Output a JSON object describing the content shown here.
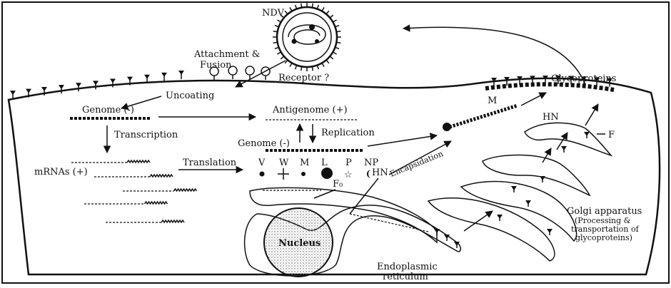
{
  "labels": {
    "ndv": "NDV",
    "attachment_1": "Attachment &",
    "attachment_2": "Fusion",
    "receptor": "Receptor ?",
    "glycoproteins": "Glycoproteins",
    "uncoating": "Uncoating",
    "genome_neg": "Genome (-)",
    "antigenome": "Antigenome (+)",
    "replication": "Replication",
    "genome_neg_2": "Genome (-)",
    "transcription": "Transcription",
    "mrnas": "mRNAs (+)",
    "translation": "Translation",
    "protein_v": "V",
    "protein_w": "W",
    "protein_m": "M",
    "protein_l": "L",
    "protein_p": "P",
    "protein_np": "NP",
    "encapsidation": "Encapsidation",
    "m_label": "M",
    "hn_top": "HN",
    "f_right": "F",
    "f0": "F₀",
    "hn_er": "HN",
    "nucleus": "Nucleus",
    "er_1": "Endoplasmic",
    "er_2": "reticulum",
    "golgi_1": "Golgi apparatus",
    "golgi_2": "(Processing &",
    "golgi_3": "transportation of",
    "golgi_4": "glycoproteins)"
  },
  "colors": {
    "ink": "#111111",
    "background": "#ffffff"
  }
}
